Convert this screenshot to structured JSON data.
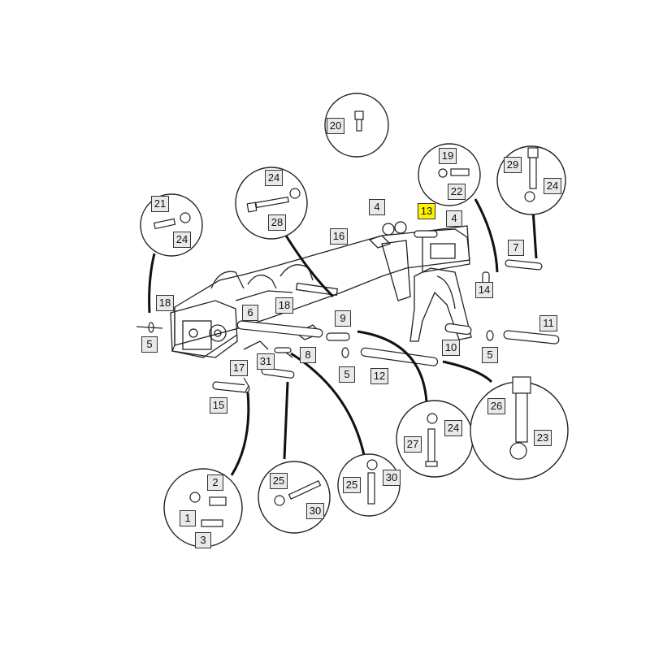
{
  "diagram": {
    "highlighted_callout": "13",
    "highlight_color": "#fff200",
    "box_fill": "#e9e9e9",
    "line_color": "#222222",
    "callouts": [
      {
        "id": "c1",
        "label": "1"
      },
      {
        "id": "c2",
        "label": "2"
      },
      {
        "id": "c3",
        "label": "3"
      },
      {
        "id": "c4a",
        "label": "4"
      },
      {
        "id": "c4b",
        "label": "4"
      },
      {
        "id": "c5a",
        "label": "5"
      },
      {
        "id": "c5b",
        "label": "5"
      },
      {
        "id": "c5c",
        "label": "5"
      },
      {
        "id": "c6",
        "label": "6"
      },
      {
        "id": "c7",
        "label": "7"
      },
      {
        "id": "c8",
        "label": "8"
      },
      {
        "id": "c9",
        "label": "9"
      },
      {
        "id": "c10",
        "label": "10"
      },
      {
        "id": "c11",
        "label": "11"
      },
      {
        "id": "c12",
        "label": "12"
      },
      {
        "id": "c13",
        "label": "13"
      },
      {
        "id": "c14",
        "label": "14"
      },
      {
        "id": "c15",
        "label": "15"
      },
      {
        "id": "c16",
        "label": "16"
      },
      {
        "id": "c17",
        "label": "17"
      },
      {
        "id": "c18a",
        "label": "18"
      },
      {
        "id": "c18b",
        "label": "18"
      },
      {
        "id": "c19",
        "label": "19"
      },
      {
        "id": "c20",
        "label": "20"
      },
      {
        "id": "c21",
        "label": "21"
      },
      {
        "id": "c22",
        "label": "22"
      },
      {
        "id": "c23",
        "label": "23"
      },
      {
        "id": "c24a",
        "label": "24"
      },
      {
        "id": "c24b",
        "label": "24"
      },
      {
        "id": "c24c",
        "label": "24"
      },
      {
        "id": "c24d",
        "label": "24"
      },
      {
        "id": "c25a",
        "label": "25"
      },
      {
        "id": "c25b",
        "label": "25"
      },
      {
        "id": "c26",
        "label": "26"
      },
      {
        "id": "c27",
        "label": "27"
      },
      {
        "id": "c28",
        "label": "28"
      },
      {
        "id": "c29",
        "label": "29"
      },
      {
        "id": "c30a",
        "label": "30"
      },
      {
        "id": "c30b",
        "label": "30"
      },
      {
        "id": "c31",
        "label": "31"
      }
    ]
  }
}
